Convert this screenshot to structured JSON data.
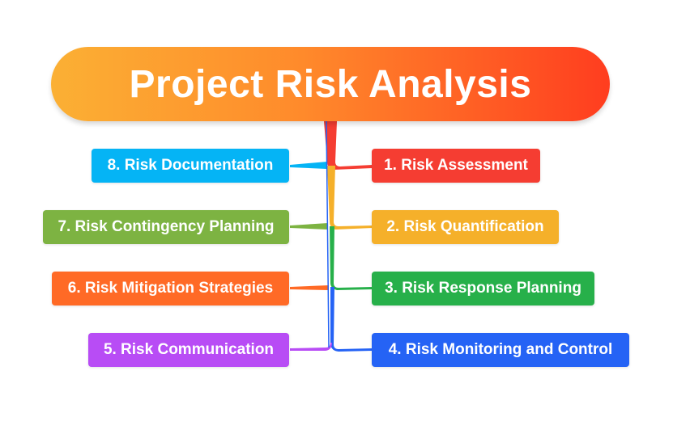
{
  "title": "Project Risk Analysis",
  "colors": {
    "root_gradient": [
      "#fbb034",
      "#ff8a2b",
      "#ff3d1f"
    ],
    "n1": "#f53d32",
    "n2": "#f5b02a",
    "n3": "#27b04a",
    "n4": "#2563f5",
    "n5": "#b84cf5",
    "n6": "#ff6a26",
    "n7": "#7db342",
    "n8": "#05b4f5"
  },
  "nodes": {
    "n1": {
      "label": "1. Risk Assessment"
    },
    "n2": {
      "label": "2. Risk Quantification"
    },
    "n3": {
      "label": "3. Risk Response Planning"
    },
    "n4": {
      "label": "4. Risk Monitoring and Control"
    },
    "n5": {
      "label": "5. Risk Communication"
    },
    "n6": {
      "label": "6. Risk Mitigation Strategies"
    },
    "n7": {
      "label": "7. Risk Contingency Planning"
    },
    "n8": {
      "label": "8. Risk Documentation"
    }
  }
}
